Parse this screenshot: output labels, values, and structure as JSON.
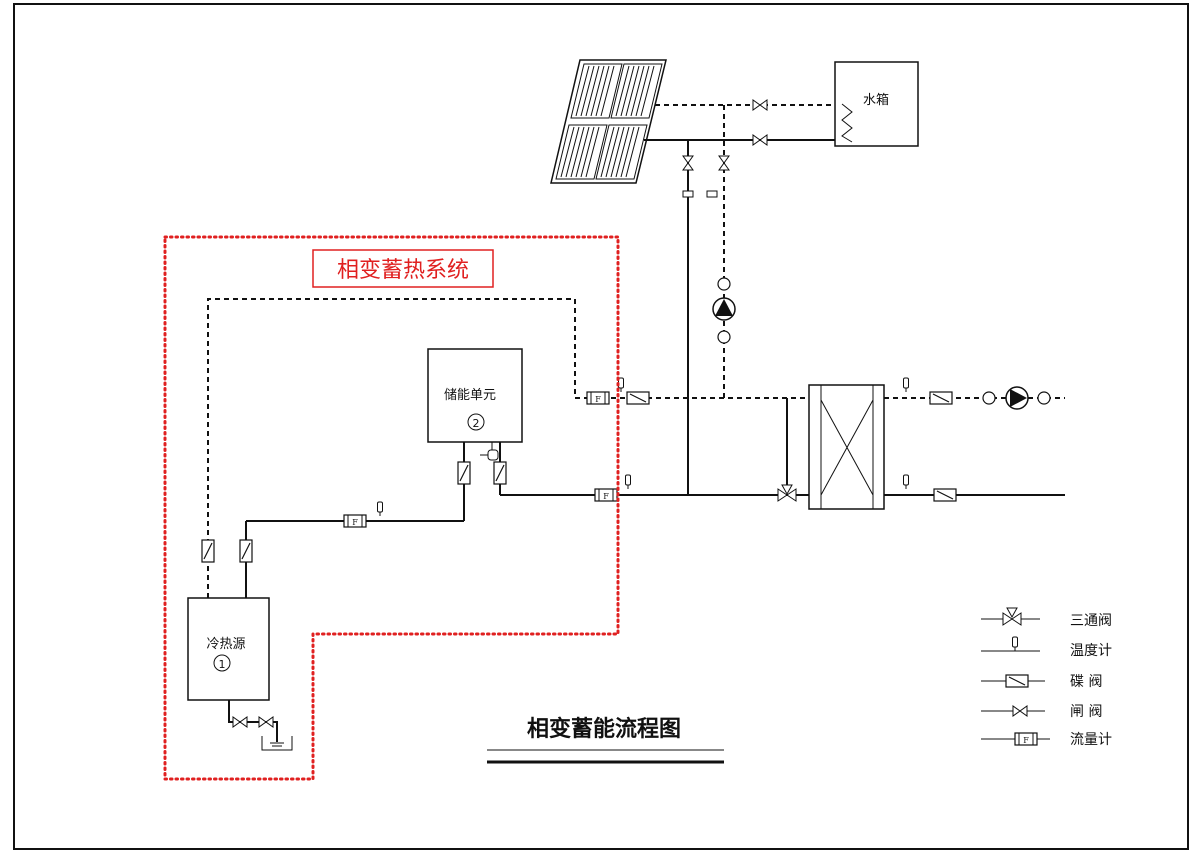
{
  "title": "相变蓄能流程图",
  "system_label": "相变蓄热系统",
  "components": {
    "water_tank": "水箱",
    "storage_unit": {
      "label": "储能单元",
      "number": "2"
    },
    "source_unit": {
      "label": "冷热源",
      "number": "1"
    }
  },
  "legend": [
    {
      "symbol": "three-way-valve",
      "label": "三通阀"
    },
    {
      "symbol": "thermometer",
      "label": "温度计"
    },
    {
      "symbol": "butterfly-valve",
      "label": "碟 阀"
    },
    {
      "symbol": "gate-valve",
      "label": "闸 阀"
    },
    {
      "symbol": "flow-meter",
      "label": "流量计"
    }
  ],
  "flow_meter_letter": "F",
  "colors": {
    "line": "#111111",
    "boundary": "#e02020",
    "background": "#ffffff"
  }
}
